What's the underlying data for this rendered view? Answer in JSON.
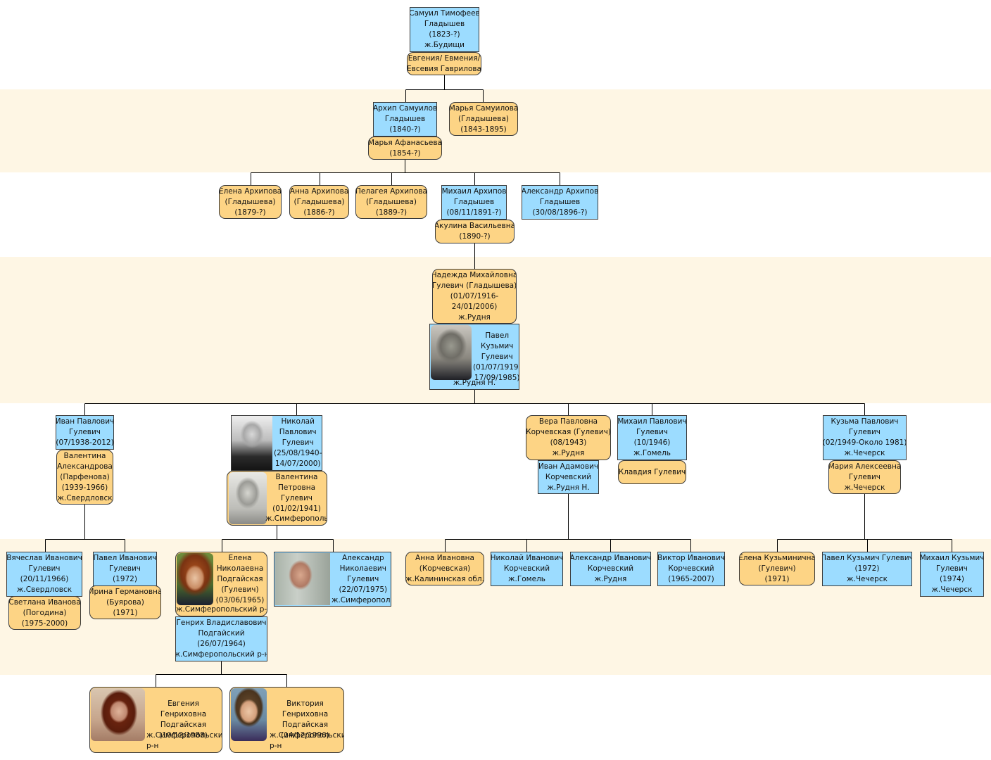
{
  "people": {
    "samuil": [
      "Самуил Тимофеев",
      "Гладышев",
      "(1823-?)",
      "ж.Будищи"
    ],
    "evgenia_e": [
      "Евгения/ Евмения/",
      "Евсевия Гаврилова"
    ],
    "arkhip": [
      "Архип Самуилов",
      "Гладышев",
      "(1840-?)"
    ],
    "marya_s": [
      "Марья Самуилова",
      "(Гладышева)",
      "(1843-1895)"
    ],
    "marya_a": [
      "Марья Афанасьева",
      "(1854-?)"
    ],
    "elena_a": [
      "Елена Архипова",
      "(Гладышева)",
      "(1879-?)"
    ],
    "anna_a": [
      "Анна Архипова",
      "(Гладышева)",
      "(1886-?)"
    ],
    "pelageya": [
      "Пелагея Архипова",
      "(Гладышева)",
      "(1889-?)"
    ],
    "mikhail_a": [
      "Михаил Архипов",
      "Гладышев",
      "(08/11/1891-?)"
    ],
    "alexandr_a": [
      "Александр Архипов",
      "Гладышев",
      "(30/08/1896-?)"
    ],
    "akulina": [
      "Акулина Васильевна",
      "(1890-?)"
    ],
    "nadezhda": [
      "Надежда Михайловна",
      "Гулевич (Гладышева)",
      "(01/07/1916-",
      "24/01/2006)",
      "ж.Рудня"
    ],
    "pavel_k": [
      "Павел",
      "Кузьмич",
      "Гулевич",
      "(01/07/1919-",
      "17/09/1985)"
    ],
    "pavel_k_place": "ж.Рудня Н.",
    "ivan_p": [
      "Иван Павлович",
      "Гулевич",
      "(07/1938-2012)"
    ],
    "valentina_a": [
      "Валентина",
      "Александрова",
      "(Парфенова)",
      "(1939-1966)",
      "ж.Свердловск"
    ],
    "nikolay_p": [
      "Николай",
      "Павлович",
      "Гулевич",
      "(25/08/1940-",
      "14/07/2000)"
    ],
    "valentina_p": [
      "Валентина",
      "Петровна",
      "Гулевич",
      "(01/02/1941)"
    ],
    "valentina_p_place": "ж.Симферополь",
    "vera": [
      "Вера Павловна",
      "Корчевская (Гулевич)",
      "(08/1943)",
      "ж.Рудня"
    ],
    "ivan_ad": [
      "Иван Адамович",
      "Корчевский",
      "ж.Рудня Н."
    ],
    "mikhail_p": [
      "Михаил Павлович",
      "Гулевич",
      "(10/1946)",
      "ж.Гомель"
    ],
    "klavdiya": [
      "Клавдия Гулевич"
    ],
    "kuzma": [
      "Кузьма Павлович",
      "Гулевич",
      "(02/1949-Около 1981)",
      "ж.Чечерск"
    ],
    "maria_al": [
      "Мария Алексеевна",
      "Гулевич",
      "ж.Чечерск"
    ],
    "vyacheslav": [
      "Вячеслав Иванович",
      "Гулевич",
      "(20/11/1966)",
      "ж.Свердловск"
    ],
    "svetlana": [
      "Светлана Иванова",
      "(Погодина)",
      "(1975-2000)"
    ],
    "pavel_i": [
      "Павел Иванович",
      "Гулевич",
      "(1972)"
    ],
    "irina": [
      "Ирина Германовна",
      "(Буярова)",
      "(1971)"
    ],
    "elena_n": [
      "Елена",
      "Николаевна",
      "Подгайская",
      "(Гулевич)",
      "(03/06/1965)"
    ],
    "elena_n_place": "ж.Симферопольский р-н",
    "alexandr_n": [
      "Александр",
      "Николаевич",
      "Гулевич",
      "(22/07/1975)",
      "ж.Симферополь"
    ],
    "genrikh": [
      "Генрих Владиславович",
      "Подгайский",
      "(26/07/1964)",
      "ж.Симферопольский р-н"
    ],
    "anna_i": [
      "Анна Ивановна",
      "(Корчевская)",
      "ж.Калининская обл."
    ],
    "nikolay_i": [
      "Николай Иванович",
      "Корчевский",
      "ж.Гомель"
    ],
    "alexandr_i": [
      "Александр Иванович",
      "Корчевский",
      "ж.Рудня"
    ],
    "viktor_i": [
      "Виктор Иванович",
      "Корчевский",
      "(1965-2007)"
    ],
    "elena_k": [
      "Елена Кузьминична",
      "(Гулевич)",
      "(1971)"
    ],
    "pavel_kk": [
      "Павел Кузьмич Гулевич",
      "(1972)",
      "ж.Чечерск"
    ],
    "mikhail_k": [
      "Михаил Кузьмич",
      "Гулевич",
      "(1974)",
      "ж.Чечерск"
    ],
    "evgenia_g": [
      "Евгения",
      "Генриховна",
      "Подгайская",
      "(10/12/1988)",
      "ж.Симферопольский",
      "р-н"
    ],
    "viktoria_g": [
      "Виктория",
      "Генриховна",
      "Подгайская",
      "(14/12/1996)",
      "ж.Симферопольский",
      "р-н"
    ]
  },
  "colors": {
    "male": "#9cdcff",
    "female": "#fdd485",
    "band": "#fef6e4",
    "line": "#000000"
  }
}
